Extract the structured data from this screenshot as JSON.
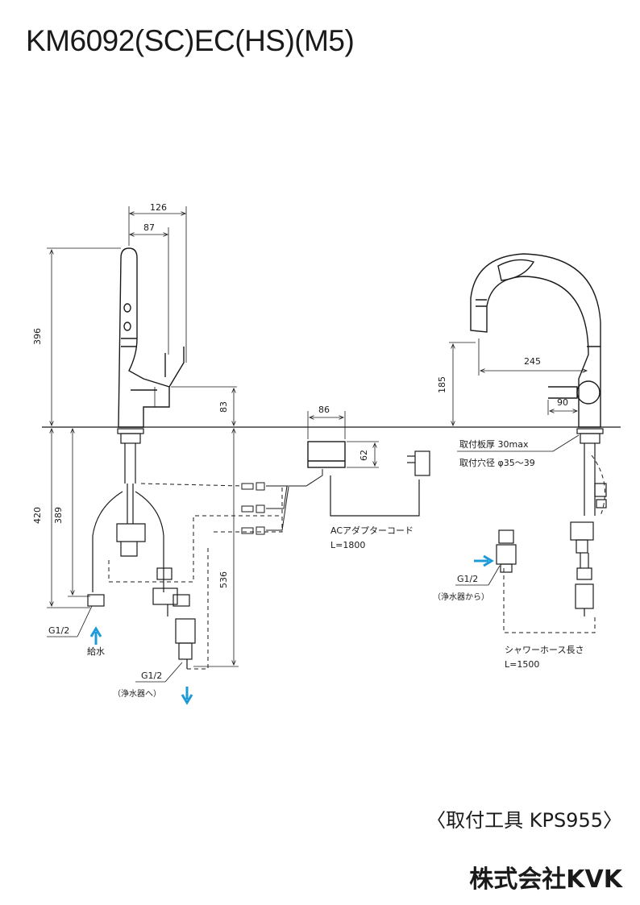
{
  "title": "KM6092(SC)EC(HS)(M5)",
  "dimensions": {
    "d126": "126",
    "d87": "87",
    "d396": "396",
    "d83": "83",
    "d420": "420",
    "d389": "389",
    "d536": "536",
    "d86": "86",
    "d62": "62",
    "d185": "185",
    "d245": "245",
    "d90": "90"
  },
  "labels": {
    "ac_cord": "ACアダプターコード",
    "ac_cord_len": "L=1800",
    "plate_thickness": "取付板厚 30max",
    "hole_dia": "取付穴径 φ35～39",
    "g12_a": "G1/2",
    "supply": "給水",
    "g12_b": "G1/2",
    "to_purifier": "（浄水器へ）",
    "g12_c": "G1/2",
    "from_purifier": "（浄水器から）",
    "shower_hose": "シャワーホース長さ",
    "shower_hose_len": "L=1500"
  },
  "tool": "〈取付工具 KPS955〉",
  "company": "株式会社KVK",
  "colors": {
    "line": "#1a1a1a",
    "arrow": "#1e9bd7"
  }
}
